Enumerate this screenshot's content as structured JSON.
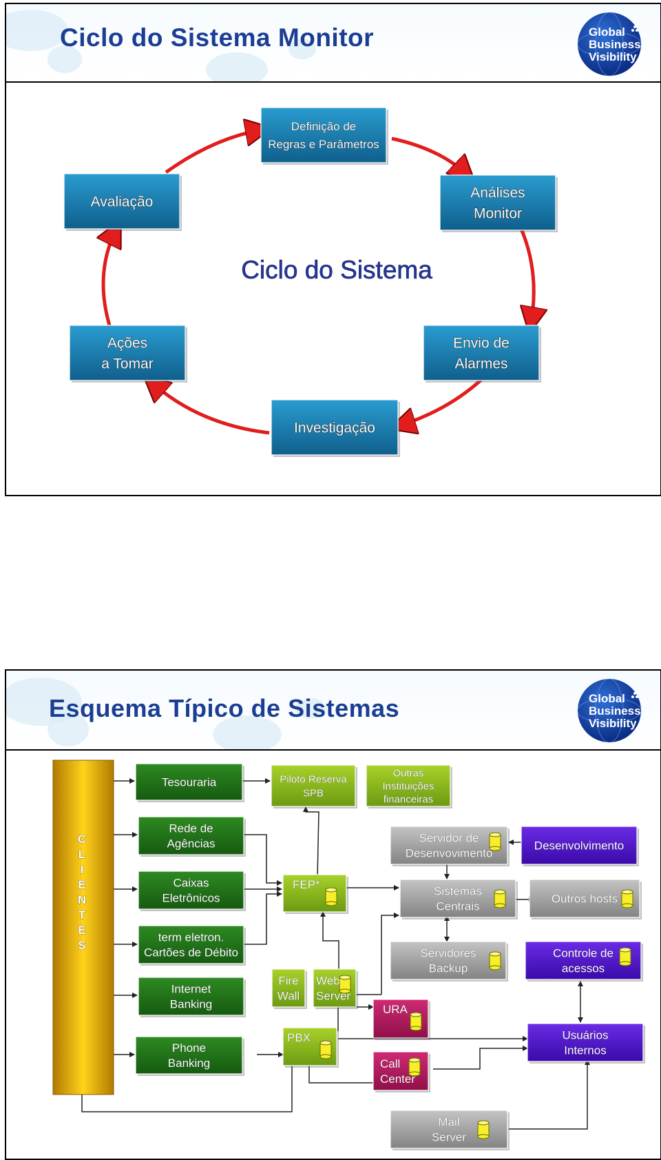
{
  "colors": {
    "title": "#1b3e94",
    "cycle_box": "#1a7fb0",
    "cycle_arrow": "#e11d1d",
    "green_dark": "#1e6d17",
    "green_light": "#8dbb1a",
    "gray": "#9a9a9a",
    "purple": "#4b12c6",
    "magenta": "#b0155c",
    "gold": "#e6b800"
  },
  "logo": {
    "line1": "Global",
    "line2": "Business",
    "line3": "Visibility"
  },
  "slide1": {
    "title": "Ciclo do Sistema Monitor",
    "center_label": "Ciclo do Sistema",
    "boxes": {
      "definicao": [
        "Definição de",
        "Regras e Parâmetros"
      ],
      "analises": [
        "Análises",
        "Monitor"
      ],
      "envio": [
        "Envio de",
        "Alarmes"
      ],
      "investigacao": [
        "Investigação"
      ],
      "acoes": [
        "Ações",
        "a Tomar"
      ],
      "avaliacao": [
        "Avaliação"
      ]
    }
  },
  "slide2": {
    "title": "Esquema Típico de Sistemas",
    "clientes": [
      "C",
      "L",
      "I",
      "E",
      "N",
      "T",
      "E",
      "S"
    ],
    "boxes": {
      "tesouraria": [
        "Tesouraria"
      ],
      "rede": [
        "Rede de",
        "Agências"
      ],
      "caixas": [
        "Caixas",
        "Eletrônicos"
      ],
      "term": [
        "term eletron.",
        "Cartões de Débito"
      ],
      "internet": [
        "Internet",
        "Banking"
      ],
      "phone": [
        "Phone",
        "Banking"
      ],
      "piloto": [
        "Piloto Reserva",
        "SPB"
      ],
      "outras": [
        "Outras",
        "Instituições",
        "financeiras"
      ],
      "fep": [
        "FEP*"
      ],
      "firewall": [
        "Fire",
        "Wall"
      ],
      "webserver": [
        "Web",
        "Server"
      ],
      "pbx": [
        "PBX"
      ],
      "ura": [
        "URA"
      ],
      "callcenter": [
        "Call",
        "Center"
      ],
      "servidor_dev": [
        "Servidor de",
        "Desenvovimento"
      ],
      "desenvolvimento": [
        "Desenvolvimento"
      ],
      "sistemas": [
        "Sistemas",
        "Centrais"
      ],
      "outros": [
        "Outros hosts"
      ],
      "backup": [
        "Servidores",
        "Backup"
      ],
      "controle": [
        "Controle de",
        "acessos"
      ],
      "usuarios": [
        "Usuários",
        "Internos"
      ],
      "mail": [
        "Mail",
        "Server"
      ]
    }
  }
}
